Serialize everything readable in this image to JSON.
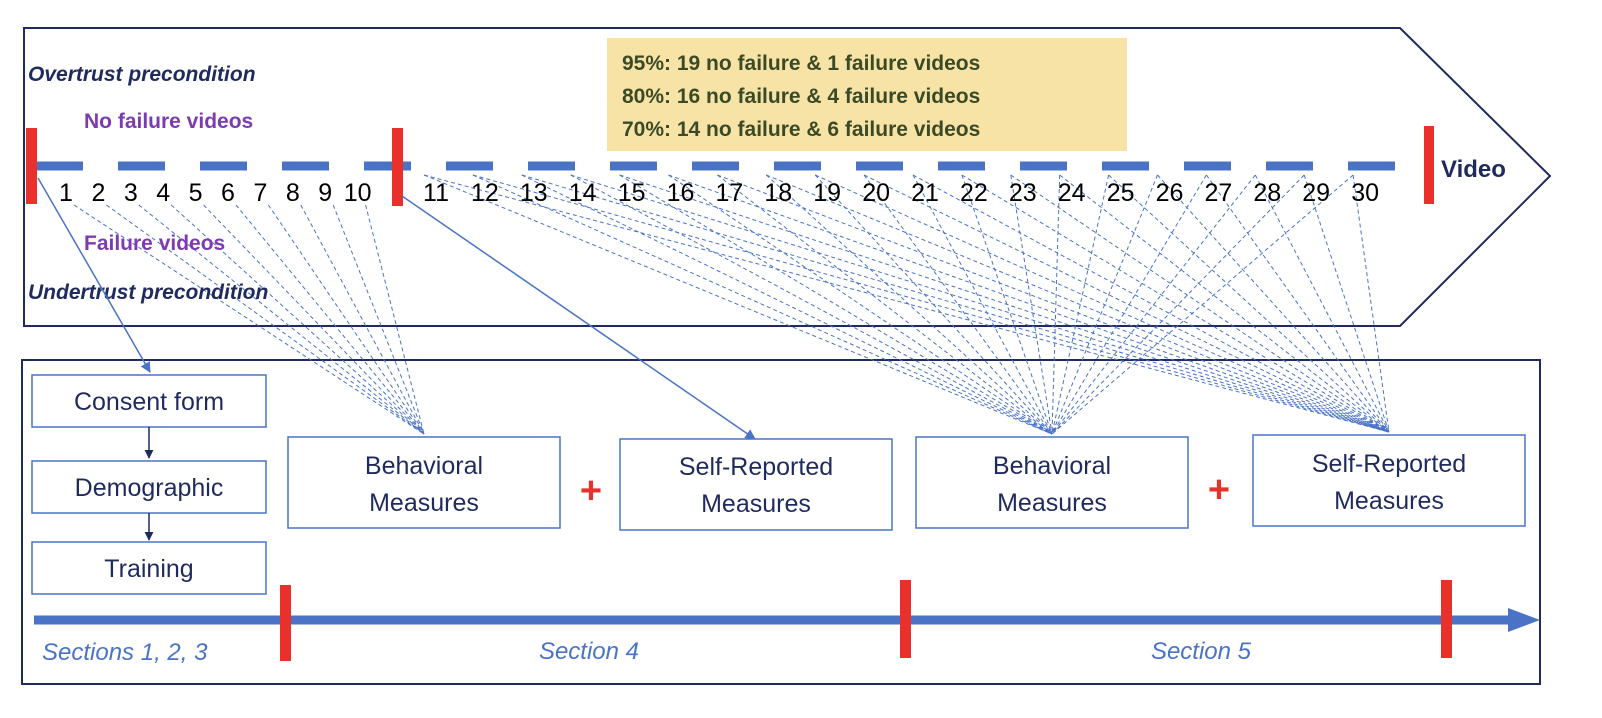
{
  "labels": {
    "overtrust": "Overtrust precondition",
    "undertrust": "Undertrust precondition",
    "no_failure": "No failure videos",
    "failure": "Failure videos",
    "video": "Video"
  },
  "legend": [
    "95%: 19 no failure & 1 failure videos",
    "80%: 16 no failure & 4 failure videos",
    "70%: 14 no failure & 6 failure videos"
  ],
  "video_numbers": [
    "1",
    "2",
    "3",
    "4",
    "5",
    "6",
    "7",
    "8",
    "9",
    "10",
    "11",
    "12",
    "13",
    "14",
    "15",
    "16",
    "17",
    "18",
    "19",
    "20",
    "21",
    "22",
    "23",
    "24",
    "25",
    "26",
    "27",
    "28",
    "29",
    "30"
  ],
  "steps": [
    "Consent form",
    "Demographic",
    "Training"
  ],
  "measures": {
    "b1": [
      "Behavioral",
      "Measures"
    ],
    "s1": [
      "Self-Reported",
      "Measures"
    ],
    "b2": [
      "Behavioral",
      "Measures"
    ],
    "s2": [
      "Self-Reported",
      "Measures"
    ],
    "plus": "+"
  },
  "sections": [
    "Sections 1, 2, 3",
    "Section 4",
    "Section 5"
  ],
  "colors": {
    "navy": "#1f2a5e",
    "accent_blue": "#4a73c6",
    "red_marker": "#e8312a",
    "purple": "#7d3bb1",
    "legend_bg": "#f8e3a6"
  }
}
